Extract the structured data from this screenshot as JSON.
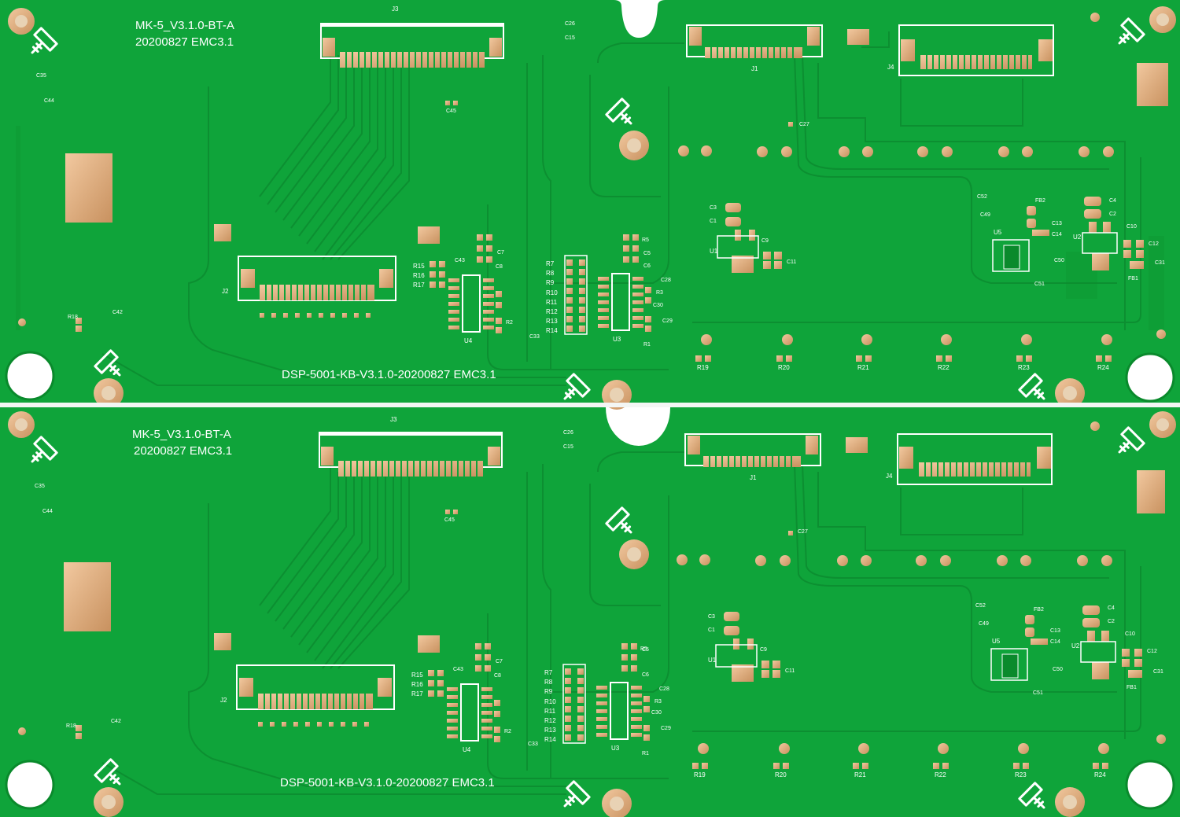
{
  "colors": {
    "board": "#0fa43a",
    "board_dark": "#0a8a2c",
    "trace": "#0d9434",
    "pad": "#d9a87c",
    "silk": "#ffffff",
    "background": "#ffffff"
  },
  "boards": [
    {
      "model_label": "MK-5_V3.1.0-BT-A",
      "date_label": "20200827 EMC3.1",
      "footer_label": "DSP-5001-KB-V3.1.0-20200827 EMC3.1",
      "connectors": [
        "J3",
        "J1",
        "J4",
        "J2"
      ],
      "chips": [
        "U4",
        "U3",
        "U1",
        "U2",
        "U5"
      ],
      "resistors_bottom": [
        "R19",
        "R20",
        "R21",
        "R22",
        "R23",
        "R24"
      ],
      "resistor_column": [
        "R7",
        "R8",
        "R9",
        "R10",
        "R11",
        "R12",
        "R13",
        "R14"
      ],
      "resistor_left": [
        "R15",
        "R16",
        "R17"
      ],
      "caps_misc": [
        "C26",
        "C15",
        "C35",
        "C44",
        "C45",
        "C43",
        "C27",
        "C3",
        "C1",
        "C9",
        "C11",
        "C52",
        "C49",
        "C4",
        "C2",
        "C10",
        "C12",
        "C31",
        "C13",
        "C14",
        "C50",
        "C51",
        "C42",
        "C33",
        "C28",
        "C30",
        "C29",
        "C8",
        "C7",
        "C5",
        "C6",
        "FB1",
        "FB2",
        "R18",
        "R5",
        "R3",
        "R1",
        "R2"
      ]
    },
    {
      "model_label": "MK-5_V3.1.0-BT-A",
      "date_label": "20200827 EMC3.1",
      "footer_label": "DSP-5001-KB-V3.1.0-20200827 EMC3.1",
      "connectors": [
        "J3",
        "J1",
        "J4",
        "J2"
      ],
      "chips": [
        "U4",
        "U3",
        "U1",
        "U2",
        "U5"
      ],
      "resistors_bottom": [
        "R19",
        "R20",
        "R21",
        "R22",
        "R23",
        "R24"
      ],
      "resistor_column": [
        "R7",
        "R8",
        "R9",
        "R10",
        "R11",
        "R12",
        "R13",
        "R14"
      ],
      "resistor_left": [
        "R15",
        "R16",
        "R17"
      ],
      "caps_misc": [
        "C26",
        "C15",
        "C35",
        "C44",
        "C45",
        "C43",
        "C27",
        "C3",
        "C1",
        "C9",
        "C11",
        "C52",
        "C49",
        "C4",
        "C2",
        "C10",
        "C12",
        "C31",
        "C13",
        "C14",
        "C50",
        "C51",
        "C42",
        "C33",
        "C28",
        "C30",
        "C29",
        "C8",
        "C7",
        "C5",
        "C6",
        "FB1",
        "FB2",
        "R18",
        "R5",
        "R3",
        "R1",
        "R2"
      ]
    }
  ]
}
